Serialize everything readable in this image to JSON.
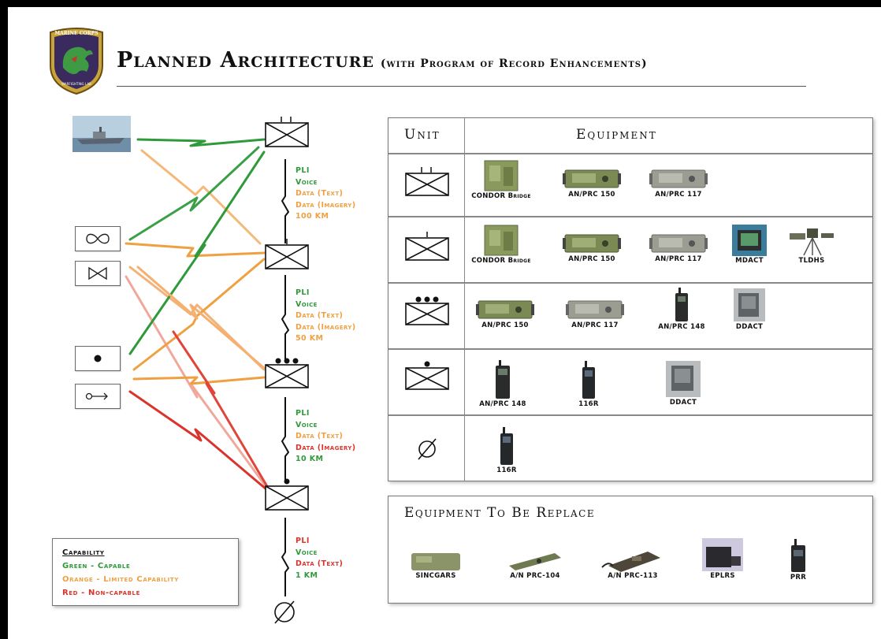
{
  "title": {
    "main": "Planned Architecture",
    "sub": "(with Program of Record Enhancements)"
  },
  "logo": {
    "text_top": "MARINE CORPS",
    "text_bottom": "WARFIGHTING LAB"
  },
  "links": [
    {
      "capabilities": [
        "PLI",
        "Voice",
        "Data (Text)",
        "Data (Imagery)",
        "100 KM"
      ],
      "colors": [
        "green",
        "green",
        "orange",
        "orange",
        "orange"
      ]
    },
    {
      "capabilities": [
        "PLI",
        "Voice",
        "Data (Text)",
        "Data (Imagery)",
        "50 KM"
      ],
      "colors": [
        "green",
        "green",
        "orange",
        "orange",
        "orange"
      ]
    },
    {
      "capabilities": [
        "PLI",
        "Voice",
        "Data (Text)",
        "Data (Imagery)",
        "10 KM"
      ],
      "colors": [
        "green",
        "green",
        "orange",
        "red",
        "green"
      ]
    },
    {
      "capabilities": [
        "PLI",
        "Voice",
        "Data (Text)",
        "1 KM"
      ],
      "colors": [
        "red",
        "green",
        "red",
        "green"
      ]
    }
  ],
  "table": {
    "header": {
      "unit": "Unit",
      "equipment": "Equipment"
    },
    "rows": [
      {
        "items": [
          "CONDOR Bridge",
          "AN/PRC 150",
          "AN/PRC 117"
        ]
      },
      {
        "items": [
          "CONDOR Bridge",
          "AN/PRC 150",
          "AN/PRC 117",
          "MDACT",
          "TLDHS"
        ]
      },
      {
        "items": [
          "AN/PRC 150",
          "AN/PRC 117",
          "AN/PRC 148",
          "DDACT"
        ]
      },
      {
        "items": [
          "AN/PRC 148",
          "116R",
          "DDACT"
        ]
      },
      {
        "items": [
          "116R"
        ]
      }
    ]
  },
  "replace": {
    "title": "Equipment To Be Replace",
    "items": [
      "SINCGARS",
      "A/N PRC-104",
      "A/N PRC-113",
      "EPLRS",
      "PRR"
    ]
  },
  "legend": {
    "title": "Capability",
    "green": "Green - Capable",
    "orange": "Orange - Limited Capability",
    "red": "Red - Non-capable"
  },
  "colors": {
    "green": "#2f9a3a",
    "orange": "#f0a040",
    "red": "#d9352c"
  }
}
